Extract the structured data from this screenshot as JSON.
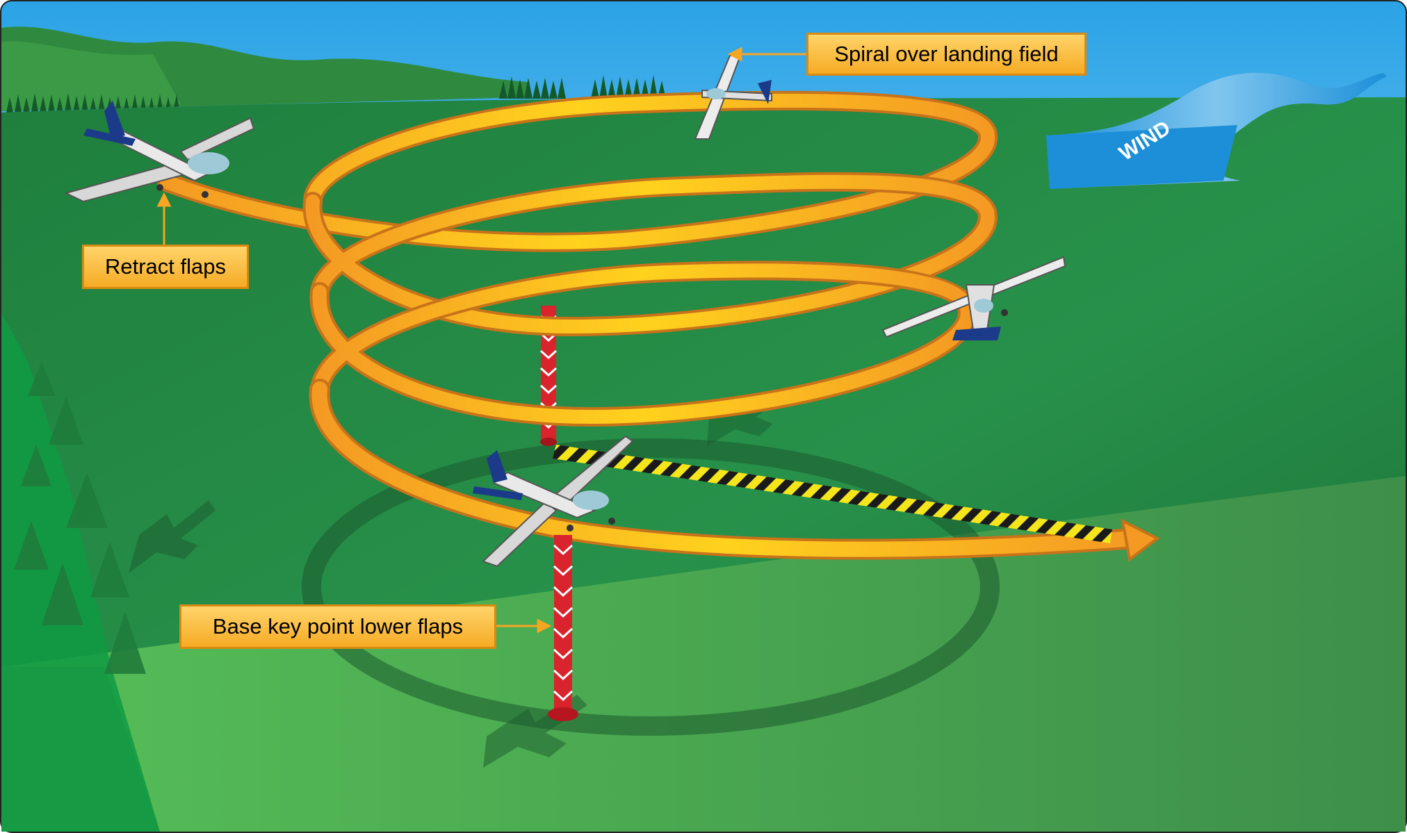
{
  "diagram": {
    "labels": {
      "spiral": "Spiral over landing field",
      "retract": "Retract flaps",
      "base_key": "Base key point lower flaps"
    },
    "wind_sign": "WIND",
    "colors": {
      "sky_top": "#2aa3e6",
      "sky_bottom": "#d9f2fb",
      "grass_dark": "#1d7a3a",
      "grass_light": "#4db84f",
      "path_orange": "#f6a623",
      "path_dark": "#c8731a",
      "marker_red": "#d9242e",
      "wind_blue": "#1c8fd8",
      "label_fill": "#fbc34d",
      "stripe_yellow": "#f4e61a"
    },
    "icons": [
      "airplane-icon",
      "wind-flag-icon",
      "trees-icon"
    ]
  }
}
